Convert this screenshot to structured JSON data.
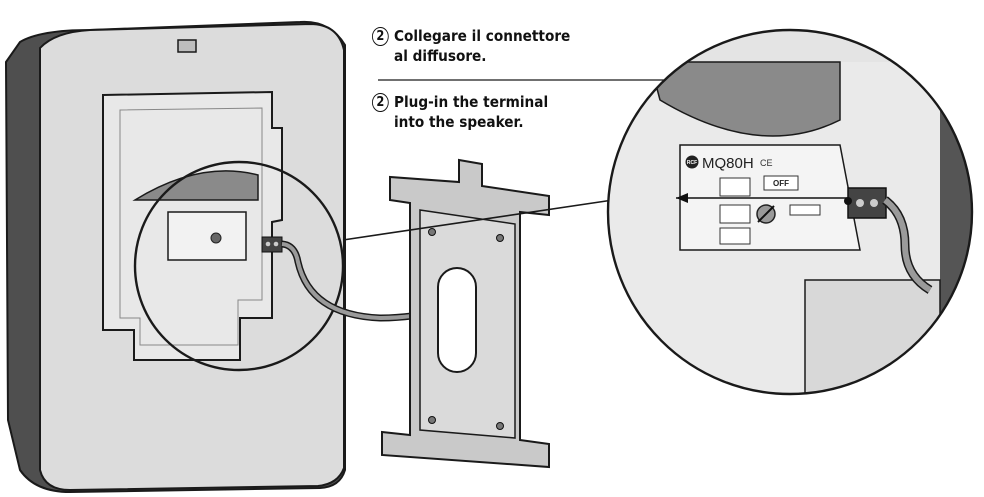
{
  "instructions": {
    "italian": {
      "number": "2",
      "line1": "Collegare il connettore",
      "line2": "al diffusore."
    },
    "english": {
      "number": "2",
      "line1": "Plug-in the terminal",
      "line2": "into the speaker."
    }
  },
  "device_plate": {
    "model": "MQ80H",
    "brand_mark": "RCF",
    "ce_mark": "CE",
    "switch_off_label": "OFF"
  },
  "colors": {
    "speaker_body": "#d9d9d9",
    "speaker_dark": "#555555",
    "bracket": "#c9c9c9",
    "outline": "#1a1a1a"
  }
}
